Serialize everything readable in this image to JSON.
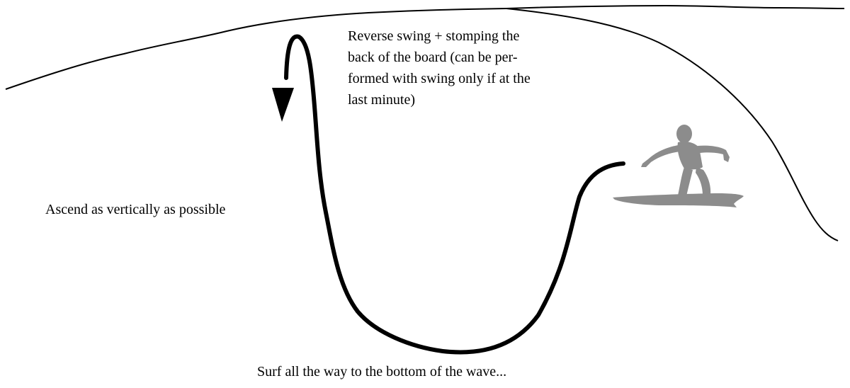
{
  "labels": {
    "top_lines": [
      "Reverse swing + stomping the",
      "back of the board (can be per-",
      "formed with swing only if at the",
      "last minute)"
    ],
    "left": "Ascend as vertically as possible",
    "bottom": "Surf all the way to the bottom of the wave..."
  },
  "colors": {
    "wave_line": "#000000",
    "trajectory": "#000000",
    "surfer": "#8c8c8c"
  },
  "icons": {
    "surfer": "surfer-silhouette-icon",
    "arrow": "arrow-head-down-icon"
  }
}
